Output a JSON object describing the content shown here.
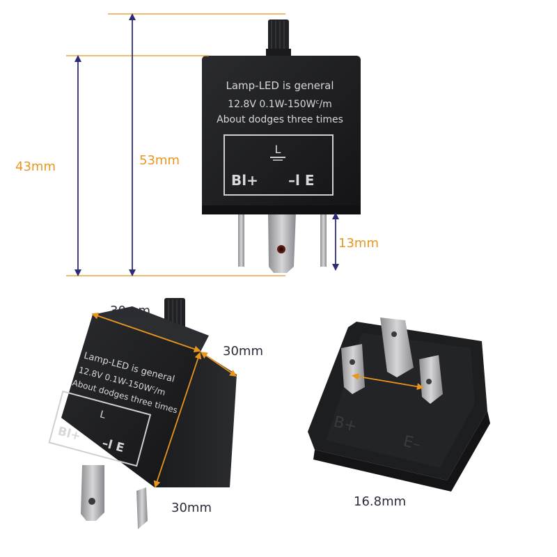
{
  "colors": {
    "guide_orange": "#e8a640",
    "arrow_navy": "#2c2b7a",
    "label_orange": "#e8961e",
    "label_dark": "#2a2a3a",
    "housing": "#1b1c1e",
    "print": "#d8d8d8",
    "pin": "#b8b8ba"
  },
  "dimensions": {
    "height_body": "43mm",
    "height_total": "53mm",
    "pin_length": "13mm",
    "width_front": "30mm",
    "depth_side": "30mm",
    "height_side": "30mm",
    "pin_spacing": "16.8mm"
  },
  "housing_print": {
    "line1": "Lamp-LED is general",
    "line2": "12.8V 0.1W-150W",
    "line2_unit_sup": "c",
    "line2_unit": "/m",
    "line3": "About dodges three times",
    "symbol": "L",
    "terminal_left": "Bl+",
    "terminal_right": "–l E"
  },
  "bottom_print": {
    "terminal_left": "B+",
    "terminal_right": "E–"
  }
}
